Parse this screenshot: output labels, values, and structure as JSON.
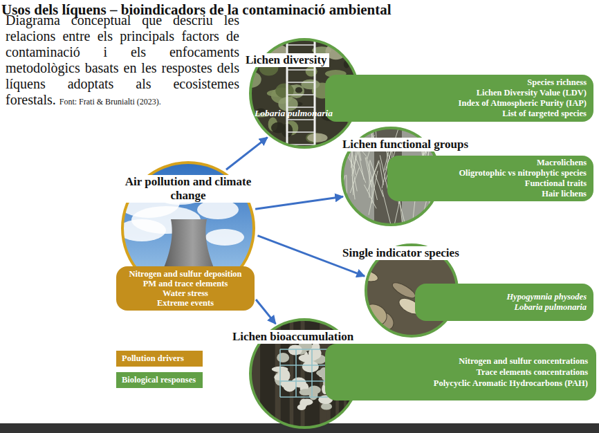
{
  "diagram": {
    "title": "Usos dels líquens – bioindicadors de la contaminació ambiental",
    "caption": "Diagrama conceptual que descriu les relacions entre els principals factors de contaminació i els enfocaments metodològics basats en les respostes dels líquens adoptats als ecosistemes forestals.",
    "nodes": [
      {
        "text": [
          "Air pollution and climate change"
        ]
      },
      {
        "text": [
          "Nitrogen and sulfur deposition",
          "PM and trace elements",
          "Water stress",
          "Extreme events"
        ]
      },
      {
        "text": [
          "Lichen diversity"
        ]
      },
      {
        "text": [
          "Species richness",
          "Lichen Diversity Value (LDV)",
          "Index of Atmospheric Purity (IAP)",
          "List of targeted species"
        ]
      },
      {
        "text": [
          "Lichen functional groups"
        ]
      },
      {
        "text": [
          "Macrolichens",
          "Oligrotophic vs nitrophytic species",
          "Functional traits",
          "Hair lichens"
        ]
      },
      {
        "text": [
          "Single indicator species"
        ]
      },
      {
        "text": [
          "Hypogymnia physodes",
          "Lobaria pulmonaria"
        ]
      },
      {
        "text": [
          "Lichen bioaccumulation"
        ]
      },
      {
        "text": [
          "Nitrogen and sulfur concentrations",
          "Trace elements concentrations",
          "Polycyclic Aromatic Hydrocarbons (PAH)"
        ]
      }
    ],
    "edges": [
      {
        "from": 0,
        "to": 2,
        "arrow": "to"
      },
      {
        "from": 0,
        "to": 4,
        "arrow": "to"
      },
      {
        "from": 0,
        "to": 6,
        "arrow": "to"
      },
      {
        "from": 1,
        "to": 8,
        "arrow": "to"
      }
    ],
    "labels": [
      "Font: Frati & Brunialti (2023).",
      "Lobaria pulmonaria"
    ],
    "legend": [
      {
        "text": "Pollution drivers",
        "color": "#c48f1c"
      },
      {
        "text": "Biological responses",
        "color": "#62a046"
      }
    ]
  }
}
